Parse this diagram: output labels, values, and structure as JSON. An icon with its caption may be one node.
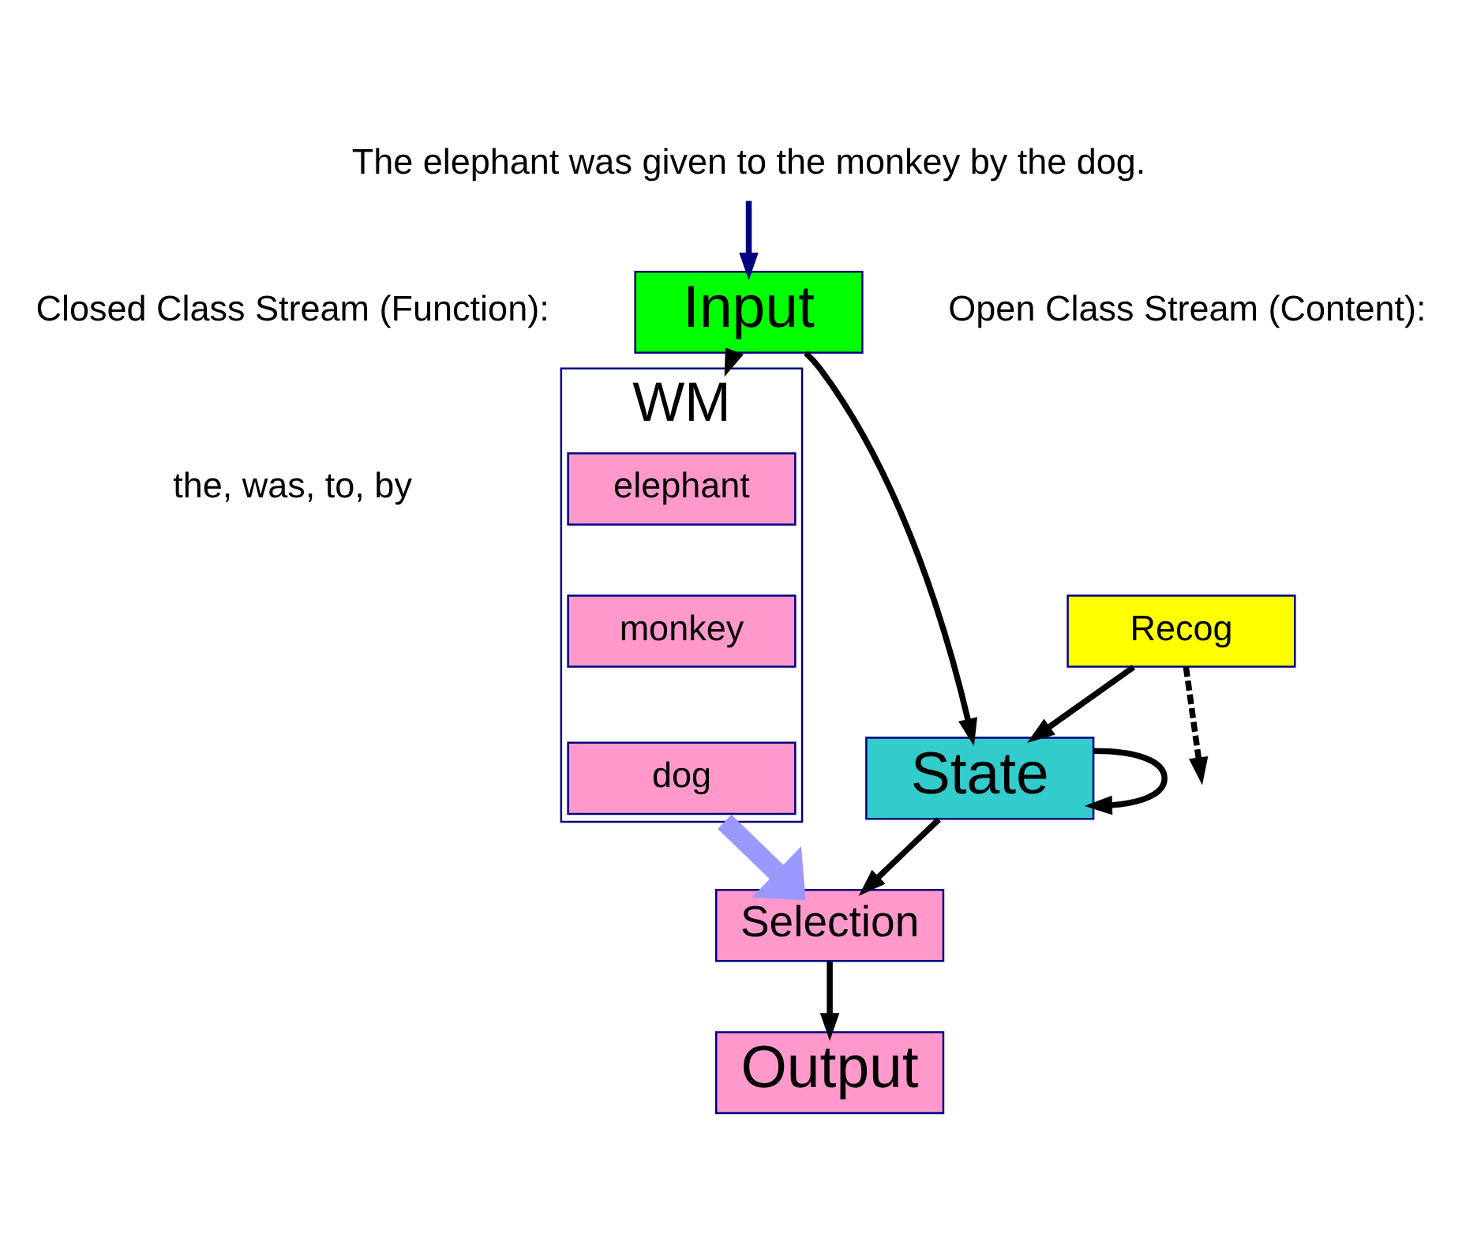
{
  "diagram": {
    "nodes": [
      {
        "text": [
          "The elephant was given to the monkey by the dog."
        ]
      },
      {
        "text": [
          "Input"
        ]
      },
      {
        "text": [
          "WM"
        ]
      },
      {
        "text": [
          "elephant"
        ],
        "in": 2
      },
      {
        "text": [
          "monkey"
        ],
        "in": 2
      },
      {
        "text": [
          "dog"
        ],
        "in": 2
      },
      {
        "text": [
          "Recog"
        ]
      },
      {
        "text": [
          "State"
        ]
      },
      {
        "text": [
          "Selection"
        ]
      },
      {
        "text": [
          "Output"
        ]
      }
    ],
    "edges": [
      {
        "from": 0,
        "to": 1,
        "arrow": "to",
        "color": "#000080"
      },
      {
        "from": 1,
        "to": 7,
        "arrow": "to"
      },
      {
        "from": 1,
        "to": 2,
        "arrow": "to"
      },
      {
        "from": 6,
        "to": 7,
        "arrow": "to"
      },
      {
        "from": 6,
        "to": null,
        "arrow": "to",
        "style": "dashed"
      },
      {
        "from": 7,
        "to": 8,
        "arrow": "to"
      },
      {
        "from": 7,
        "to": 7,
        "arrow": "to"
      },
      {
        "from": 2,
        "to": 8,
        "arrow": "to",
        "style": "thick",
        "color": "#9999ff"
      },
      {
        "from": 8,
        "to": 9,
        "arrow": "to"
      }
    ],
    "labels": [
      "Open Class Stream (Content):",
      "Closed Class Stream (Function):",
      "the, was, to, by"
    ]
  }
}
